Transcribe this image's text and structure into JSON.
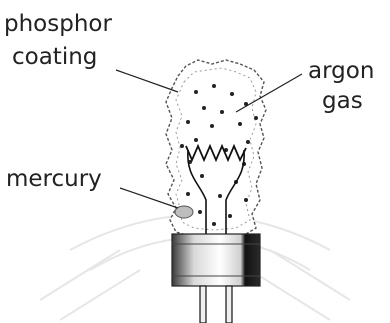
{
  "labels": {
    "phosphor_line1": "phosphor",
    "phosphor_line2": "coating",
    "argon_line1": "argon",
    "argon_line2": "gas",
    "mercury": "mercury"
  }
}
